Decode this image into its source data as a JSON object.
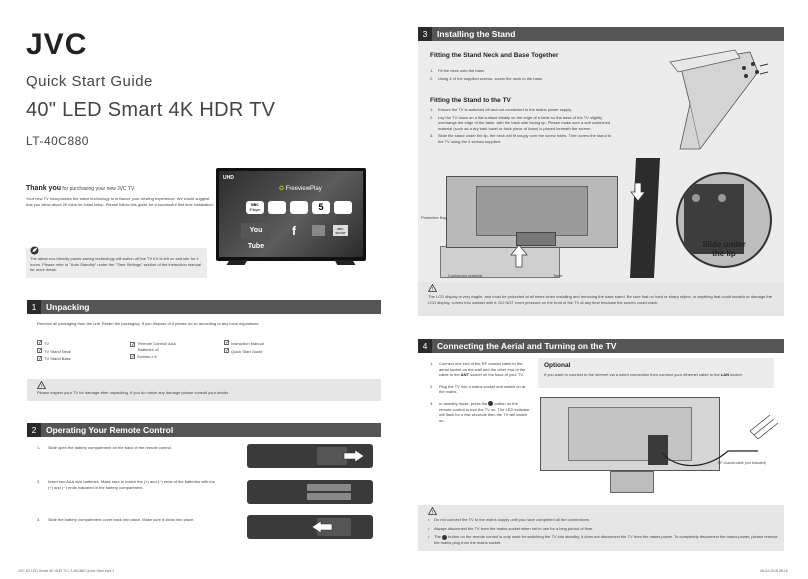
{
  "left": {
    "brand": "JVC",
    "subtitle": "Quick Start Guide",
    "title": "40\" LED Smart 4K HDR TV",
    "model": "LT-40C880",
    "thank_you_bold": "Thank you",
    "thank_you_rest": " for purchasing your new JVC TV.",
    "intro_line": "Your new TV incorporates the latest technology to enhance your viewing experience. We would suggest that you allow about 20 mins for initial setup. Please follow this guide for a successful first time installation.",
    "eco_note": "The latest eco-friendly power-saving technology will switch-off the TV if it is left on and idle for 4 hours. Please refer to \"Auto Standby\" under the \"Time Settings\" section of the instruction manual for more detail.",
    "tv_screen": {
      "badge": "UHD",
      "freeview": "FreeviewPlay",
      "bbc_label": "BBC",
      "iplayer": "iPlayer",
      "youtube": "You Tube",
      "facebook": "f",
      "five": "5",
      "bbc_sport": "BBC SPORT"
    }
  },
  "unpacking": {
    "num": "1",
    "title": "Unpacking",
    "intro": "Remove all packaging from the unit. Retain the packaging. If you dispose of it please do so according to any local regulations.",
    "col1": [
      "TV",
      "TV Stand Neck",
      "TV Stand Base"
    ],
    "col2": [
      "Remote Control/ AAA Batteries x2",
      "Screws x 8"
    ],
    "col3": [
      "Instruction Manual",
      "Quick Start Guide"
    ],
    "warning": "Please inspect your TV for damage after unpacking. If you do notice any damage please consult your dealer."
  },
  "remote": {
    "num": "2",
    "title": "Operating Your Remote Control",
    "steps": [
      "Slide open the battery compartment on the back of the remote control.",
      "Insert two AAA size batteries. Make sure to match the (+) and (−) ends of the batteries with the (+) and (−) ends indicated in the battery compartment.",
      "Slide the battery compartment cover back into place. Make sure it clicks into place."
    ]
  },
  "stand": {
    "num": "3",
    "title": "Installing the Stand",
    "sub1": "Fitting the Stand Neck and Base Together",
    "steps1": [
      "Fit the neck onto the base.",
      "Using 4 of the supplied screws, screw the neck to the base."
    ],
    "sub2": "Fitting the Stand to the TV",
    "steps2": [
      "Ensure the TV is switched off and not connected to the mains power supply.",
      "Lay the TV down on a flat surface ideally on the edge of a table so the base of the TV slightly overhangs the edge of the table, with the back side facing up. Please make sure a soft cushioned material (such as a dry bath towel or thick piece of foam) is placed beneath the screen.",
      "Slide the stand under the lip, the neck will fit snugly over the screw holes. Then screw the stand to the TV using the 4 screws supplied."
    ],
    "label_protective": "Protective Bag",
    "label_cushioned": "Cushioned material",
    "label_table": "Table",
    "label_slide": "Slide under the lip",
    "warning": "The LCD display is very fragile, and must be protected at all times when installing and removing the base stand. Be sure that no hard or sharp object, or anything that could scratch or damage the LCD display, comes into contact with it. DO NOT exert pressure on the front of the TV at any time because the screen could crack."
  },
  "aerial": {
    "num": "4",
    "title": "Connecting the Aerial and Turning on the TV",
    "step1_pre": "Connect one end of the RF coaxial cable to the aerial socket on the wall and the other end of the cable to the ",
    "step1_bold": "ANT",
    "step1_post": " socket on the back of your TV.",
    "step2": "Plug the TV into a mains socket and switch on at the mains.",
    "step3_pre": "In standby mode, press the ",
    "step3_post": " button on the remote control to turn the TV on. The LED indicator will flash for a few seconds then the TV will switch on.",
    "optional_title": "Optional",
    "optional_pre": "If you want to connect to the internet via a wired connection then connect your ethernet cable to the ",
    "optional_bold": "LAN",
    "optional_post": " socket.",
    "rf_label": "RF coaxial cable (not included)",
    "bullets": [
      "Do not connect the TV to the mains supply until you have completed all the connections.",
      "Always disconnect the TV from the mains socket when not in use for a long period of time.",
      "The [power] button on the remote control is only used for switching the TV into standby, it does not disconnect the TV from the mains power. To completely disconnect the mains power, please remove the mains plug from the mains socket."
    ],
    "bullet3_pre": "The ",
    "bullet3_post": " button on the remote control is only used for switching the TV into standby, it does not disconnect the TV from the mains power. To completely disconnect the mains power, please remove the mains plug from the mains socket."
  },
  "footer": {
    "left": "JVC 40' LED Smart 4K HDR TV LT-40C880 Quick Start.indd   1",
    "right": "06-04-2018   08:16"
  },
  "colors": {
    "section_bar": "#555555",
    "panel": "#ececec",
    "arrow_white": "#ffffff"
  }
}
